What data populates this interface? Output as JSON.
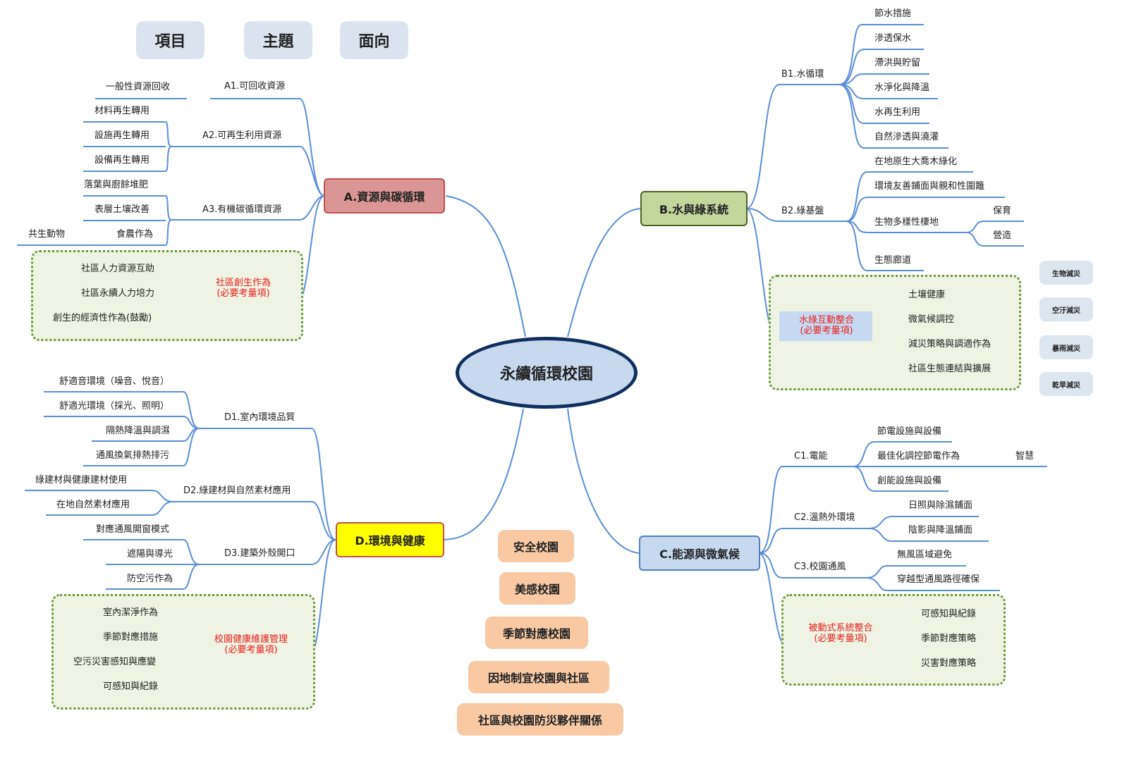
{
  "headers": [
    "項目",
    "主題",
    "面向"
  ],
  "center": "永續循環校園",
  "A": {
    "title": "A.資源與碳循環",
    "A1": {
      "label": "A1.可回收資源",
      "items": [
        "一般性資源回收"
      ]
    },
    "A2": {
      "label": "A2.可再生利用資源",
      "items": [
        "材料再生轉用",
        "設施再生轉用",
        "設備再生轉用"
      ]
    },
    "A3": {
      "label": "A3.有機碳循環資源",
      "items": [
        "落葉與廚餘堆肥",
        "表層土壤改善",
        "食農作為"
      ],
      "sub": "共生動物"
    },
    "community": {
      "label1": "社區創生作為",
      "label2": "(必要考量項)",
      "items": [
        "社區人力資源互助",
        "社區永續人力培力",
        "創生的經濟性作為(鼓勵)"
      ]
    }
  },
  "B": {
    "title": "B.水與綠系統",
    "B1": {
      "label": "B1.水循環",
      "items": [
        "節水措施",
        "滲透保水",
        "滯洪與貯留",
        "水淨化與降溫",
        "水再生利用",
        "自然滲透與澆灌"
      ]
    },
    "B2": {
      "label": "B2.綠基盤",
      "items": [
        "在地原生大喬木綠化",
        "環境友善鋪面與親和性圍籬",
        "生物多樣性棲地",
        "生態廊道"
      ],
      "habitat_sub": [
        "保育",
        "營造"
      ]
    },
    "integration": {
      "label1": "水綠互動整合",
      "label2": "(必要考量項)",
      "items": [
        "土壤健康",
        "微氣候調控",
        "減災策略與調適作為",
        "社區生態連結與擴展"
      ]
    },
    "side_tags": [
      "生物減災",
      "空汙減災",
      "暴雨減災",
      "乾旱減災"
    ]
  },
  "C": {
    "title": "C.能源與微氣候",
    "C1": {
      "label": "C1.電能",
      "items": [
        "節電設施與設備",
        "最佳化調控節電作為",
        "創能設施與設備"
      ],
      "sub": "智慧"
    },
    "C2": {
      "label": "C2.溫熱外環境",
      "items": [
        "日照與除濕鋪面",
        "陰影與降溫鋪面"
      ]
    },
    "C3": {
      "label": "C3.校園通風",
      "items": [
        "無風區域避免",
        "穿越型通風路徑確保"
      ]
    },
    "passive": {
      "label1": "被動式系統整合",
      "label2": "(必要考量項)",
      "items": [
        "可感知與紀錄",
        "季節對應策略",
        "災害對應策略"
      ]
    }
  },
  "D": {
    "title": "D.環境與健康",
    "D1": {
      "label": "D1.室內環境品質",
      "items": [
        "舒適音環境（噪音、悅音）",
        "舒適光環境（採光、照明）",
        "隔熱降溫與調濕",
        "通風換氣排熱排污"
      ]
    },
    "D2": {
      "label": "D2.綠建材與自然素材應用",
      "items": [
        "綠建材與健康建材使用",
        "在地自然素材應用"
      ]
    },
    "D3": {
      "label": "D3.建築外殼開口",
      "items": [
        "對應通風開窗模式",
        "遮陽與導光",
        "防空污作為"
      ]
    },
    "health": {
      "label1": "校園健康維護管理",
      "label2": "(必要考量項)",
      "items": [
        "室內潔淨作為",
        "季節對應措施",
        "空污災害感知與應變",
        "可感知與紀錄"
      ]
    }
  },
  "pills": [
    "安全校園",
    "美感校園",
    "季節對應校園",
    "因地制宜校園與社區",
    "社區與校園防災夥伴關係"
  ],
  "colors": {
    "line": "#5b8fd6",
    "A_fill": "#d99694",
    "A_border": "#c0504d",
    "B_fill": "#c3d69b",
    "B_border": "#4f6228",
    "C_fill": "#c6d9f1",
    "C_border": "#4f81bd",
    "D_fill": "#ffff00",
    "D_border": "#c0504d",
    "pill": "#f8c9a3",
    "group_border": "#6a9a3a"
  }
}
